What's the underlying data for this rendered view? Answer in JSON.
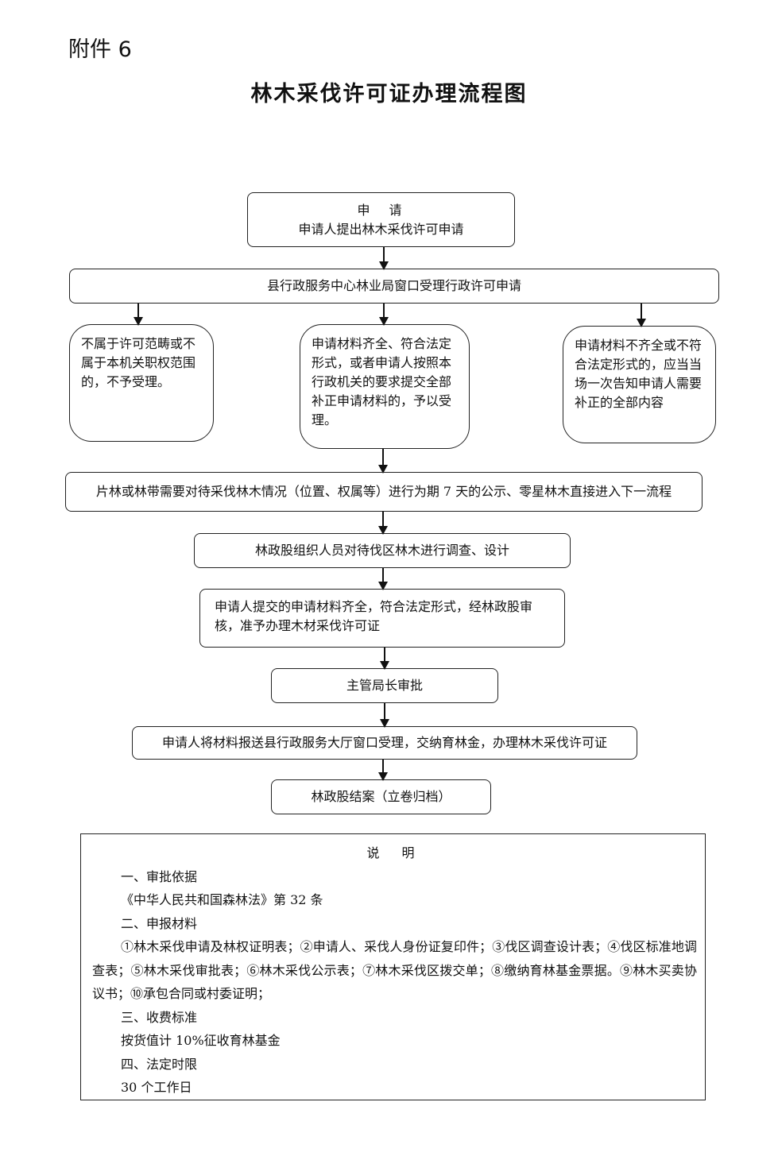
{
  "attachment_label": "附件 6",
  "title": "林木采伐许可证办理流程图",
  "flow": {
    "apply_title": "申　请",
    "apply_text": "申请人提出林木采伐许可申请",
    "accept": "县行政服务中心林业局窗口受理行政许可申请",
    "reject": "不属于许可范畴或不属于本机关职权范围的，不予受理。",
    "accepted": "申请材料齐全、符合法定形式，或者申请人按照本行政机关的要求提交全部补正申请材料的，予以受理。",
    "incomplete": "申请材料不齐全或不符合法定形式的，应当当场一次告知申请人需要补正的全部内容",
    "publicity": "片林或林带需要对待采伐林木情况（位置、权属等）进行为期 7 天的公示、零星林木直接进入下一流程",
    "survey": "林政股组织人员对待伐区林木进行调查、设计",
    "review": "申请人提交的申请材料齐全，符合法定形式，经林政股审核，准予办理木材采伐许可证",
    "approve": "主管局长审批",
    "issue": "申请人将材料报送县行政服务大厅窗口受理，交纳育林金，办理林木采伐许可证",
    "close": "林政股结案（立卷归档）"
  },
  "notes": {
    "title": "说　明",
    "s1_heading": "一、审批依据",
    "s1_text": "《中华人民共和国森林法》第 32 条",
    "s2_heading": "二、申报材料",
    "s2_text": "①林木采伐申请及林权证明表；②申请人、采伐人身份证复印件；③伐区调查设计表；④伐区标准地调查表；⑤林木采伐审批表；⑥林木采伐公示表；⑦林木采伐区拨交单；⑧缴纳育林基金票据。⑨林木买卖协议书；⑩承包合同或村委证明；",
    "s3_heading": "三、收费标准",
    "s3_text": "按货值计 10%征收育林基金",
    "s4_heading": "四、法定时限",
    "s4_text": "30 个工作日"
  }
}
